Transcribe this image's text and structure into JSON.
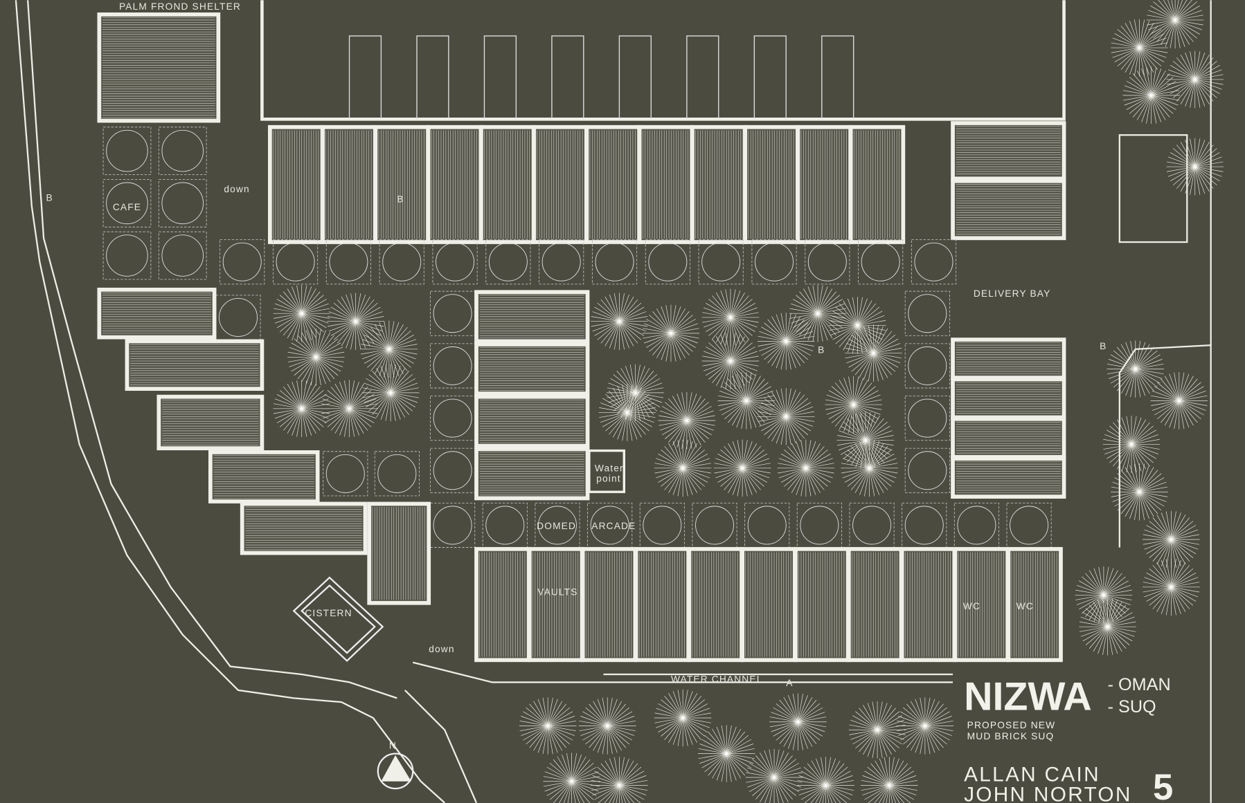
{
  "drawing": {
    "title": "NIZWA",
    "title_suffix_1": "- OMAN",
    "title_suffix_2": "- SUQ",
    "subtitle_1": "PROPOSED   NEW",
    "subtitle_2": "MUD  BRICK  SUQ",
    "author_1": "ALLAN  CAIN",
    "author_2": "JOHN  NORTON",
    "sheet_number": "5"
  },
  "labels": {
    "palm_frond_shelter": "PALM FROND SHELTER",
    "cafe": "CAFE",
    "down_1": "down",
    "down_2": "down",
    "delivery_bay": "DELIVERY BAY",
    "water_point_1": "Water",
    "water_point_2": "point",
    "domed_arcade_1": "DOMED",
    "domed_arcade_2": "ARCADE",
    "vaults": "VAULTS",
    "wc_1": "WC",
    "wc_2": "WC",
    "cistern": "CISTERN",
    "water_channel": "WATER  CHANNEL",
    "section_a": "A",
    "section_b1": "B",
    "section_b2": "B",
    "section_b3": "B",
    "section_b4": "B",
    "north": "N"
  },
  "colors": {
    "background": "#4b4b40",
    "linework": "#f0f0e8"
  }
}
